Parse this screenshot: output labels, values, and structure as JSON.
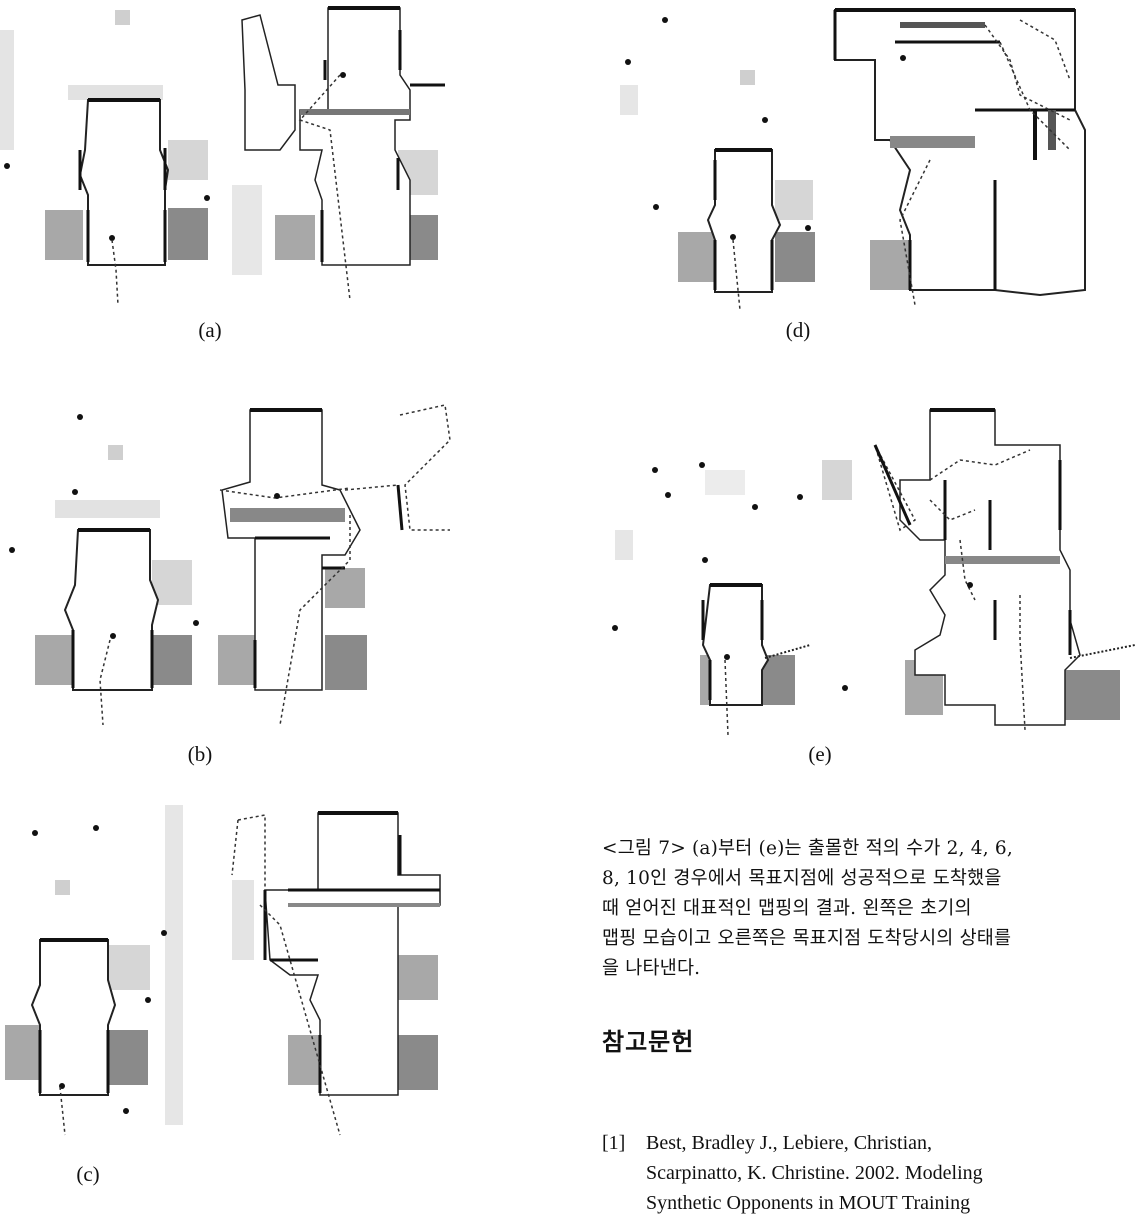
{
  "figures": [
    {
      "id": "a",
      "label": "(a)"
    },
    {
      "id": "b",
      "label": "(b)"
    },
    {
      "id": "c",
      "label": "(c)"
    },
    {
      "id": "d",
      "label": "(d)"
    },
    {
      "id": "e",
      "label": "(e)"
    }
  ],
  "caption": {
    "lines": [
      "<그림 7> (a)부터 (e)는 출몰한 적의 수가 2, 4, 6,",
      "8, 10인 경우에서 목표지점에 성공적으로 도착했을",
      "때 얻어진 대표적인 맵핑의 결과. 왼쪽은 초기의",
      "맵핑 모습이고 오른쪽은 목표지점 도착당시의 상태를",
      "을 나타낸다."
    ]
  },
  "references": {
    "title": "참고문헌",
    "items": [
      {
        "num": "[1]",
        "line1": "Best, Bradley J., Lebiere, Christian,",
        "line2": "Scarpinatto, K. Christine. 2002. Modeling",
        "line3": "Synthetic Opponents in MOUT Training"
      }
    ]
  }
}
